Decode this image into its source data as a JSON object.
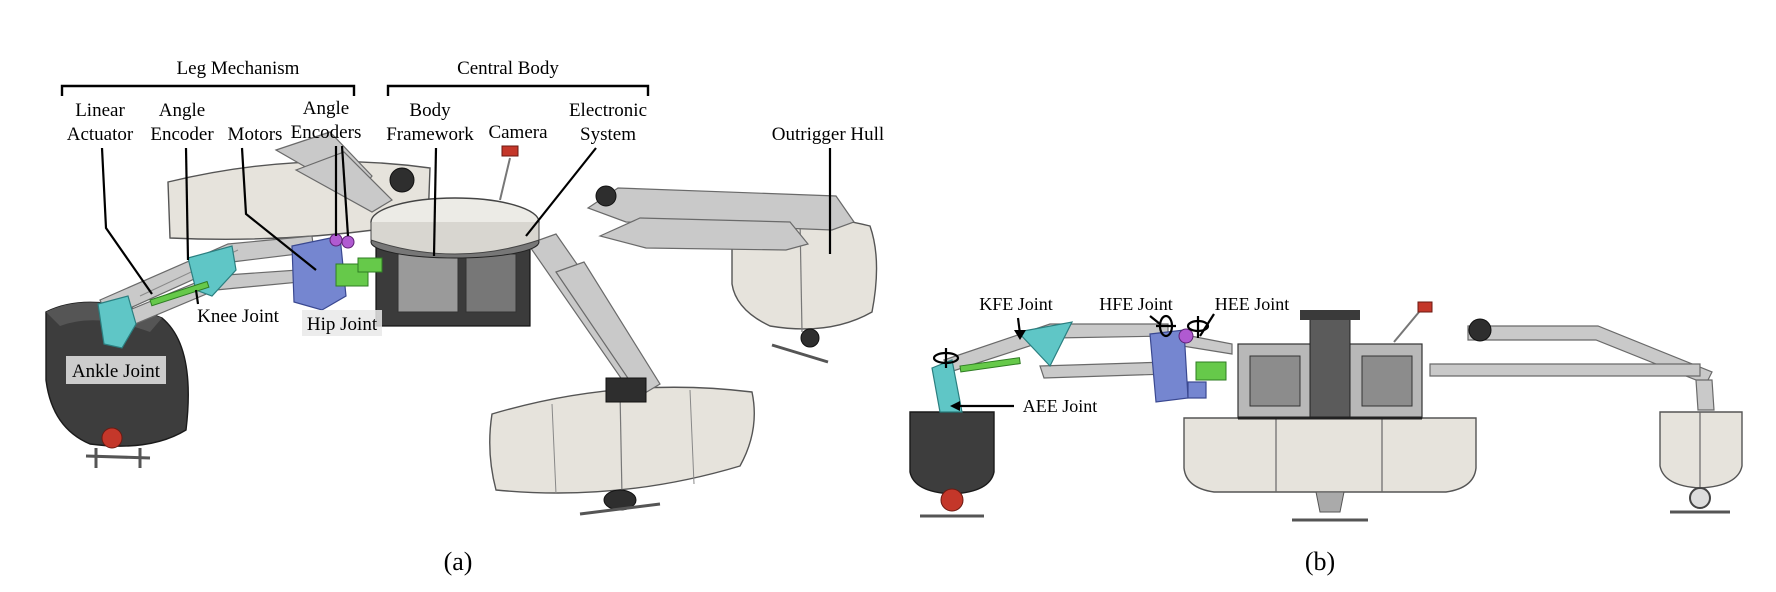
{
  "panel_a": {
    "caption": "(a)",
    "group_labels": {
      "leg_mechanism": "Leg Mechanism",
      "central_body": "Central Body"
    },
    "labels": {
      "linear_actuator_1": "Linear",
      "linear_actuator_2": "Actuator",
      "angle_encoder_1": "Angle",
      "angle_encoder_2": "Encoder",
      "motors": "Motors",
      "angle_encoders_1": "Angle",
      "angle_encoders_2": "Encoders",
      "body_framework_1": "Body",
      "body_framework_2": "Framework",
      "camera": "Camera",
      "electronic_system_1": "Electronic",
      "electronic_system_2": "System",
      "outrigger_hull": "Outrigger Hull",
      "knee_joint": "Knee Joint",
      "hip_joint": "Hip Joint",
      "ankle_joint": "Ankle Joint"
    }
  },
  "panel_b": {
    "caption": "(b)",
    "labels": {
      "kfe_joint": "KFE Joint",
      "hfe_joint": "HFE Joint",
      "hee_joint": "HEE Joint",
      "aee_joint": "AEE Joint"
    }
  },
  "colors": {
    "hull_light": "#e6e3dc",
    "hull_dark": "#3d3d3d",
    "truss": "#c9c9c9",
    "knee_bracket": "#5fc6c6",
    "hip_bracket": "#7586d0",
    "actuator": "#66c94a",
    "encoder": "#b05ad1",
    "propeller": "#c4372a"
  }
}
